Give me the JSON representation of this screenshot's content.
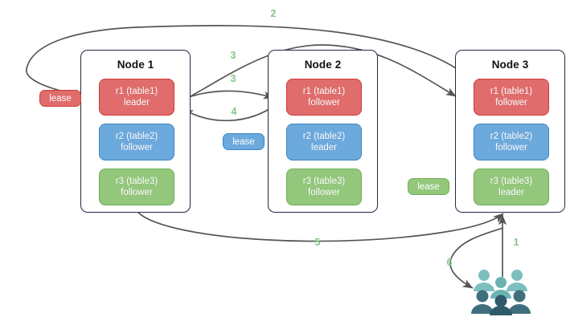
{
  "diagram": {
    "title_text": "",
    "colors": {
      "step_label": "#82c785",
      "replica_red": "#e06c6c",
      "replica_red_border": "#cf3a3a",
      "replica_blue": "#6ca9dd",
      "replica_blue_border": "#3e85c4",
      "replica_green": "#93c77c",
      "replica_green_border": "#6fae57",
      "node_border": "#1f2a44",
      "arrow": "#555555",
      "people_light": "#7dbfbf",
      "people_mid": "#6cb3b3",
      "people_dark": "#3f6e7d",
      "people_darkest": "#2f5a69"
    },
    "nodes": [
      {
        "name": "Node 1",
        "replicas": [
          {
            "label": "r1 (table1)",
            "role": "leader",
            "color": "red"
          },
          {
            "label": "r2 (table2)",
            "role": "follower",
            "color": "blue"
          },
          {
            "label": "r3 (table3)",
            "role": "follower",
            "color": "green"
          }
        ]
      },
      {
        "name": "Node 2",
        "replicas": [
          {
            "label": "r1 (table1)",
            "role": "follower",
            "color": "red"
          },
          {
            "label": "r2 (table2)",
            "role": "leader",
            "color": "blue"
          },
          {
            "label": "r3 (table3)",
            "role": "follower",
            "color": "green"
          }
        ]
      },
      {
        "name": "Node 3",
        "replicas": [
          {
            "label": "r1 (table1)",
            "role": "follower",
            "color": "red"
          },
          {
            "label": "r2 (table2)",
            "role": "follower",
            "color": "blue"
          },
          {
            "label": "r3 (table3)",
            "role": "leader",
            "color": "green"
          }
        ]
      }
    ],
    "leases": [
      {
        "label": "lease",
        "color": "red"
      },
      {
        "label": "lease",
        "color": "blue"
      },
      {
        "label": "lease",
        "color": "green"
      }
    ],
    "step_labels": [
      {
        "text": "2"
      },
      {
        "text": "3"
      },
      {
        "text": "3"
      },
      {
        "text": "4"
      },
      {
        "text": "5"
      },
      {
        "text": "1"
      },
      {
        "text": "6"
      }
    ],
    "icons": {
      "people": "people-group-icon"
    }
  }
}
